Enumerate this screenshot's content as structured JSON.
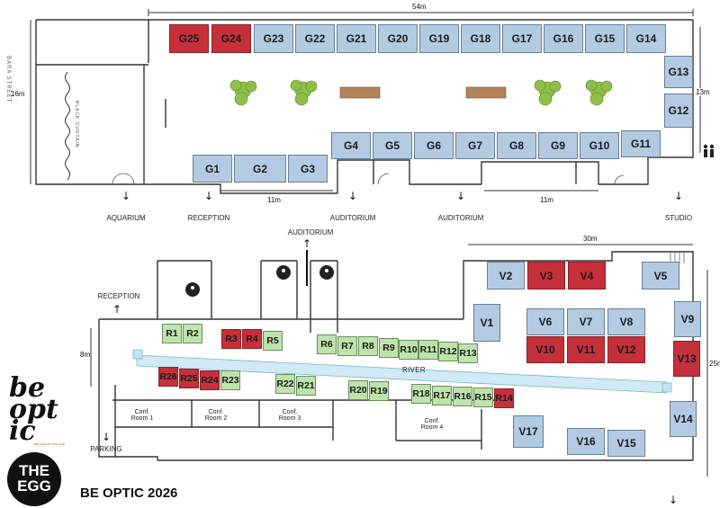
{
  "title": "BE OPTIC 2026",
  "logos": {
    "be_optic": "be optic",
    "be_optic_tag": "BELGIAN OPTICAL FAIR",
    "egg_line1": "THE",
    "egg_line2": "EGG"
  },
  "colors": {
    "available": "#b2cbe3",
    "sold": "#c5303b",
    "river_booth": "#bfe3ac",
    "river": "#cfeaf4",
    "wall": "#333333"
  },
  "top_hall": {
    "measures": {
      "length": "54m",
      "height": "16m",
      "side": "13m",
      "span_a": "11m",
      "span_b": "11m"
    },
    "street": "BARA STREET",
    "curtain": "BLACK CURTAIN",
    "booths": [
      {
        "id": "G25",
        "status": "sold"
      },
      {
        "id": "G24",
        "status": "sold"
      },
      {
        "id": "G23",
        "status": "available"
      },
      {
        "id": "G22",
        "status": "available"
      },
      {
        "id": "G21",
        "status": "available"
      },
      {
        "id": "G20",
        "status": "available"
      },
      {
        "id": "G19",
        "status": "available"
      },
      {
        "id": "G18",
        "status": "available"
      },
      {
        "id": "G17",
        "status": "available"
      },
      {
        "id": "G16",
        "status": "available"
      },
      {
        "id": "G15",
        "status": "available"
      },
      {
        "id": "G14",
        "status": "available"
      },
      {
        "id": "G13",
        "status": "available"
      },
      {
        "id": "G12",
        "status": "available"
      },
      {
        "id": "G4",
        "status": "available"
      },
      {
        "id": "G5",
        "status": "available"
      },
      {
        "id": "G6",
        "status": "available"
      },
      {
        "id": "G7",
        "status": "available"
      },
      {
        "id": "G8",
        "status": "available"
      },
      {
        "id": "G9",
        "status": "available"
      },
      {
        "id": "G10",
        "status": "available"
      },
      {
        "id": "G11",
        "status": "available"
      },
      {
        "id": "G1",
        "status": "available"
      },
      {
        "id": "G2",
        "status": "available"
      },
      {
        "id": "G3",
        "status": "available"
      }
    ],
    "exits": [
      "AQUARIUM",
      "RECEPTION",
      "AUDITORIUM",
      "AUDITORIUM",
      "STUDIO"
    ]
  },
  "bottom_hall": {
    "measures": {
      "width": "30m",
      "height": "8m",
      "side": "25m"
    },
    "river": "RIVER",
    "exits": {
      "auditorium": "AUDITORIUM",
      "reception": "RECEPTION",
      "parking": "PARKING"
    },
    "rooms": [
      {
        "line1": "Conf.",
        "line2": "Room 1"
      },
      {
        "line1": "Conf.",
        "line2": "Room 2"
      },
      {
        "line1": "Conf.",
        "line2": "Room 3"
      },
      {
        "line1": "Conf.",
        "line2": "Room 4"
      }
    ],
    "r_booths": [
      {
        "id": "R1",
        "status": "available"
      },
      {
        "id": "R2",
        "status": "available"
      },
      {
        "id": "R3",
        "status": "sold"
      },
      {
        "id": "R4",
        "status": "sold"
      },
      {
        "id": "R5",
        "status": "available"
      },
      {
        "id": "R6",
        "status": "available"
      },
      {
        "id": "R7",
        "status": "available"
      },
      {
        "id": "R8",
        "status": "available"
      },
      {
        "id": "R9",
        "status": "available"
      },
      {
        "id": "R10",
        "status": "available"
      },
      {
        "id": "R11",
        "status": "available"
      },
      {
        "id": "R12",
        "status": "available"
      },
      {
        "id": "R13",
        "status": "available"
      },
      {
        "id": "R26",
        "status": "sold"
      },
      {
        "id": "R25",
        "status": "sold"
      },
      {
        "id": "R24",
        "status": "sold"
      },
      {
        "id": "R23",
        "status": "available"
      },
      {
        "id": "R22",
        "status": "available"
      },
      {
        "id": "R21",
        "status": "available"
      },
      {
        "id": "R20",
        "status": "available"
      },
      {
        "id": "R19",
        "status": "available"
      },
      {
        "id": "R18",
        "status": "available"
      },
      {
        "id": "R17",
        "status": "available"
      },
      {
        "id": "R16",
        "status": "available"
      },
      {
        "id": "R15",
        "status": "available"
      },
      {
        "id": "R14",
        "status": "sold"
      }
    ],
    "v_booths": [
      {
        "id": "V1",
        "status": "available"
      },
      {
        "id": "V2",
        "status": "available"
      },
      {
        "id": "V3",
        "status": "sold"
      },
      {
        "id": "V4",
        "status": "sold"
      },
      {
        "id": "V5",
        "status": "available"
      },
      {
        "id": "V6",
        "status": "available"
      },
      {
        "id": "V7",
        "status": "available"
      },
      {
        "id": "V8",
        "status": "available"
      },
      {
        "id": "V9",
        "status": "available"
      },
      {
        "id": "V10",
        "status": "sold"
      },
      {
        "id": "V11",
        "status": "sold"
      },
      {
        "id": "V12",
        "status": "sold"
      },
      {
        "id": "V13",
        "status": "sold"
      },
      {
        "id": "V14",
        "status": "available"
      },
      {
        "id": "V15",
        "status": "available"
      },
      {
        "id": "V16",
        "status": "available"
      },
      {
        "id": "V17",
        "status": "available"
      }
    ]
  }
}
